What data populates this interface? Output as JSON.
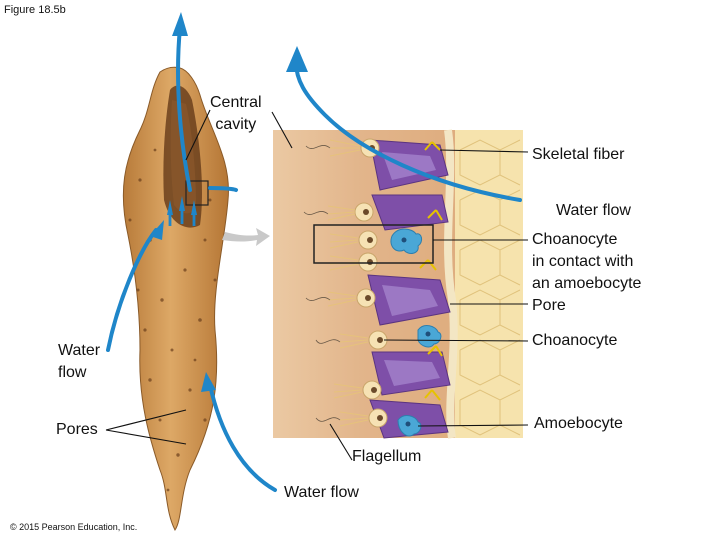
{
  "figure_label": "Figure 18.5b",
  "copyright": "© 2015 Pearson Education, Inc.",
  "labels": {
    "central_cavity": "Central\ncavity",
    "skeletal_fiber": "Skeletal fiber",
    "water_flow_top": "Water flow",
    "choanocyte_amoebocyte": "Choanocyte\nin contact with\nan amoebocyte",
    "pore_right": "Pore",
    "choanocyte": "Choanocyte",
    "water_flow_left": "Water\nflow",
    "pores": "Pores",
    "amoebocyte": "Amoebocyte",
    "flagellum": "Flagellum",
    "water_flow_bottom": "Water flow"
  },
  "colors": {
    "water_arrow": "#1f86c9",
    "sponge_body": "#d19a55",
    "detail_background": "#e8c29a",
    "choanocyte_purple": "#7e4fa8",
    "amoebocyte_blue": "#4aa7d6",
    "skeletal_mesh": "#f6e3ad"
  }
}
